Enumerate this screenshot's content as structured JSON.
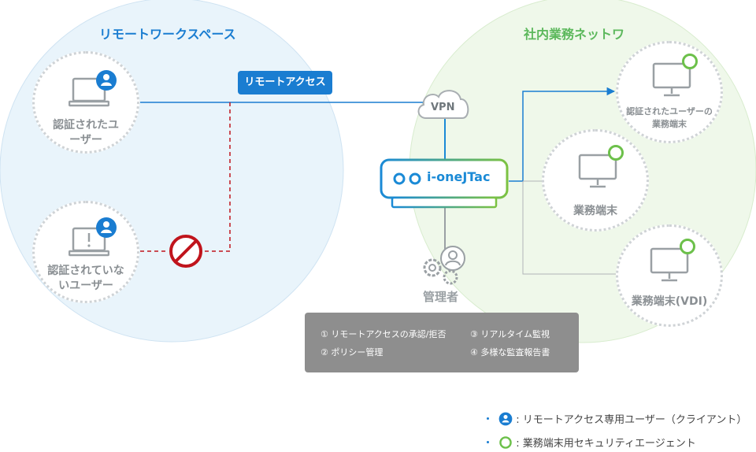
{
  "zones": {
    "remote": {
      "title": "リモートワークスペース",
      "color": "#1a7dd1"
    },
    "internal": {
      "title": "社内業務ネットワ",
      "color": "#5cb85c"
    }
  },
  "remote_access_label": "リモートアクセス",
  "vpn_label": "VPN",
  "product_name": "i-oneJTac",
  "users": {
    "authenticated": {
      "label_line1": "認証されたユ",
      "label_line2": "ーザー"
    },
    "unauthenticated": {
      "label_line1": "認証されていな",
      "label_line2": "いユーザー"
    }
  },
  "terminals": {
    "authenticated": {
      "label_line1": "認証されたユーザーの",
      "label_line2": "業務端末"
    },
    "business": {
      "label": "業務端末"
    },
    "vdi": {
      "label": "業務端末(VDI)"
    }
  },
  "admin_label": "管理者",
  "features": [
    "① リモートアクセスの承認/拒否",
    "③ リアルタイム監視",
    "② ポリシー管理",
    "④ 多様な監査報告書"
  ],
  "legend": {
    "client": ": リモートアクセス専用ユーザー（クライアント）",
    "agent": ": 業務端末用セキュリティエージェント"
  },
  "colors": {
    "blue": "#1a7dd1",
    "green": "#6cc04a",
    "red": "#c0141c",
    "gray": "#9aa0a4"
  }
}
